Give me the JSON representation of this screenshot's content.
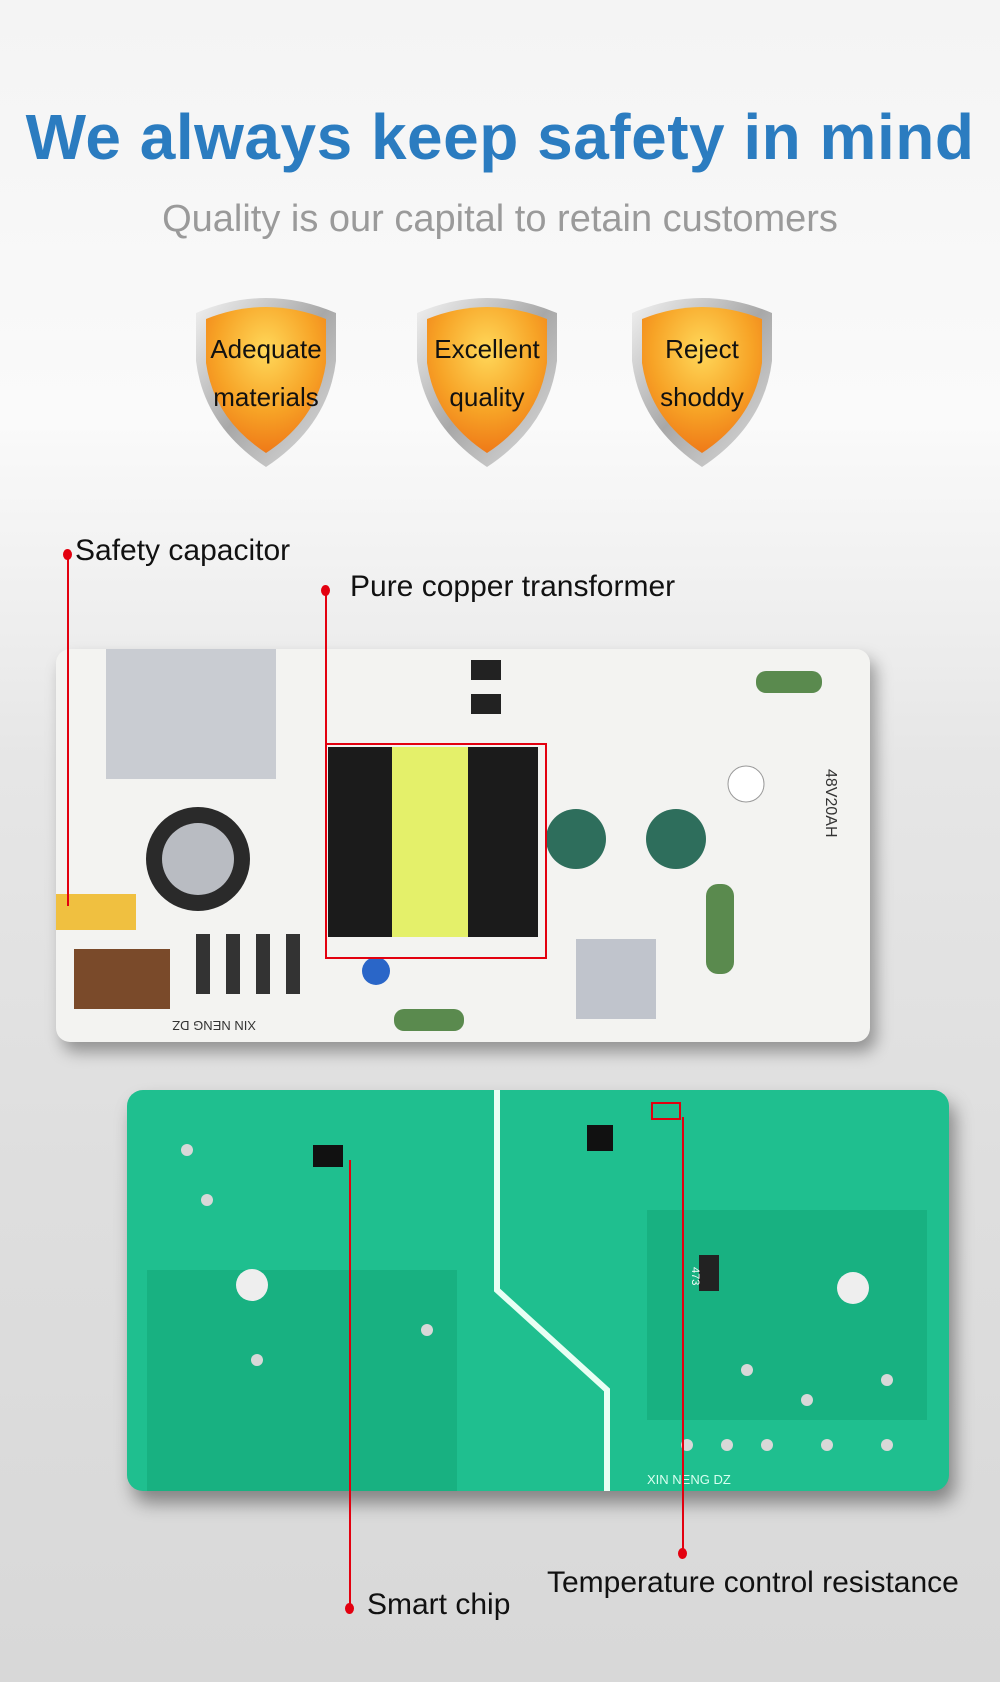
{
  "header": {
    "title": "We always keep safety in mind",
    "subtitle": "Quality is our capital to retain customers"
  },
  "badges": [
    {
      "line1": "Adequate",
      "line2": "materials",
      "icon": "shield-icon"
    },
    {
      "line1": "Excellent",
      "line2": "quality",
      "icon": "shield-icon"
    },
    {
      "line1": "Reject",
      "line2": "shoddy",
      "icon": "shield-icon"
    }
  ],
  "callouts": {
    "safety_capacitor": "Safety capacitor",
    "transformer": "Pure copper transformer",
    "smart_chip": "Smart chip",
    "temp_resistance": "Temperature control resistance"
  },
  "board": {
    "model_marking": "48V20AH",
    "maker_marking": "XIN NENG DZ",
    "chip_marking": "473"
  },
  "colors": {
    "title": "#2b7cc0",
    "subtitle": "#9a9a9a",
    "callout": "#e3000f",
    "pcb_green": "#1fbf8f",
    "shield_orange": "#f5901e"
  }
}
